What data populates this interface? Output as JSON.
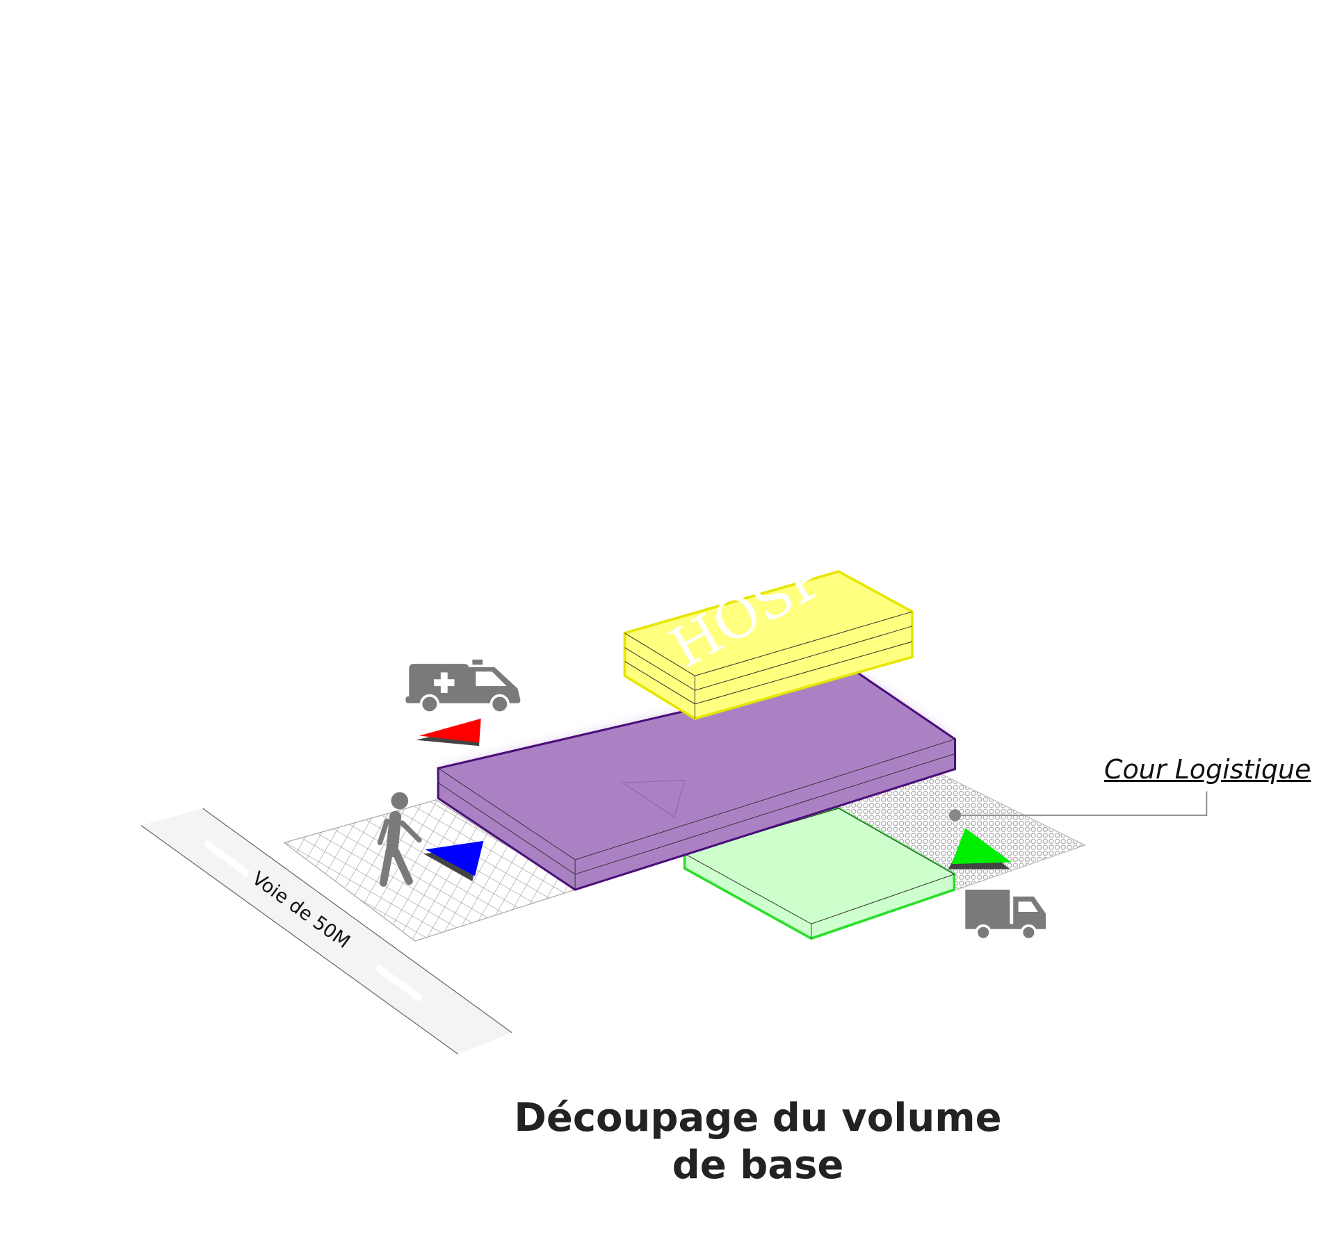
{
  "title": {
    "line1": "Découpage du volume",
    "line2": "de base"
  },
  "labels": {
    "road": "Voie de 50M",
    "logistics_court": "Cour Logistique",
    "building_block": "HOSP"
  },
  "colors": {
    "base_volume": "#aa82c4",
    "base_volume_edge": "#4b0f7a",
    "hosp_block": "#ffff80",
    "hosp_edge": "#e6e600",
    "logistics_volume": "#ccffcc",
    "logistics_edge": "#22dd22",
    "ambulance_arrow": "#ff0000",
    "pedestrian_arrow": "#0000ff",
    "logistics_arrow": "#00ee00",
    "icons": "#7a7a7a"
  },
  "icons": [
    "ambulance-icon",
    "pedestrian-icon",
    "truck-icon"
  ]
}
